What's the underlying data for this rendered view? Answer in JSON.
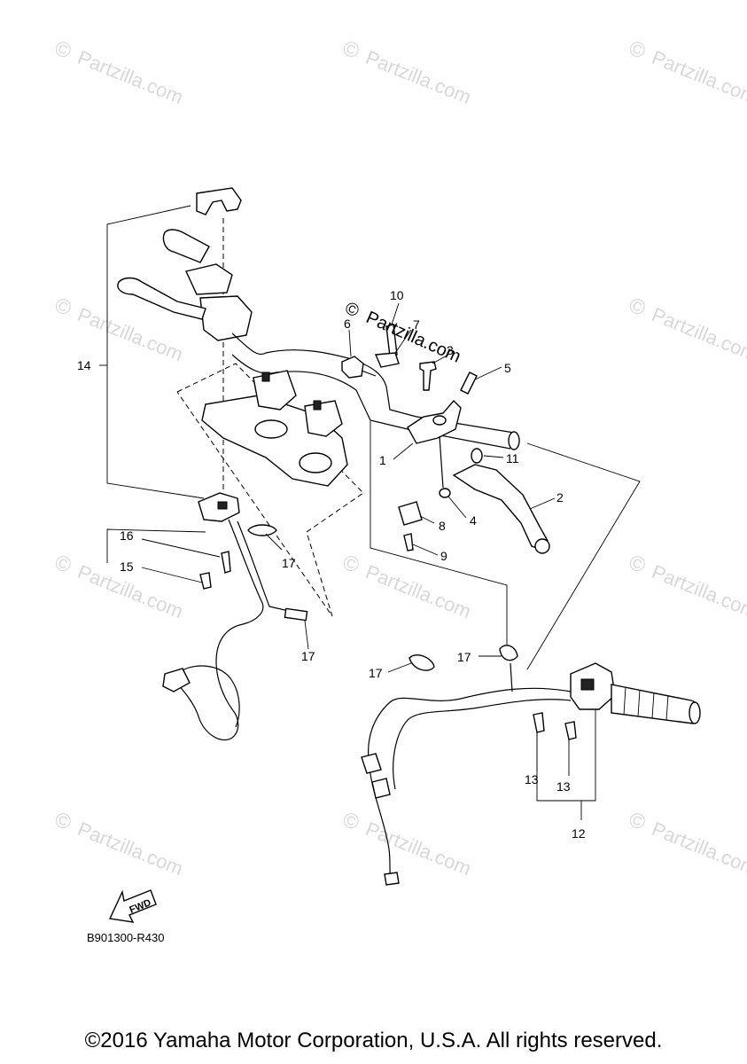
{
  "watermark": {
    "text": "Partzilla.com",
    "symbol": "©"
  },
  "site_logo": {
    "symbol": "©",
    "text": "Partzilla.com"
  },
  "diagram_code": "B901300-R430",
  "fwd_label": "FWD",
  "callouts": {
    "c1": "1",
    "c2": "2",
    "c3": "3",
    "c4": "4",
    "c5": "5",
    "c6": "6",
    "c7": "7",
    "c8": "8",
    "c9": "9",
    "c10": "10",
    "c11": "11",
    "c12": "12",
    "c13a": "13",
    "c13b": "13",
    "c14": "14",
    "c15": "15",
    "c16": "16",
    "c17a": "17",
    "c17b": "17",
    "c17c": "17",
    "c17d": "17"
  },
  "footer": {
    "copyright": "©2016 Yamaha Motor Corporation, U.S.A. All rights reserved."
  }
}
